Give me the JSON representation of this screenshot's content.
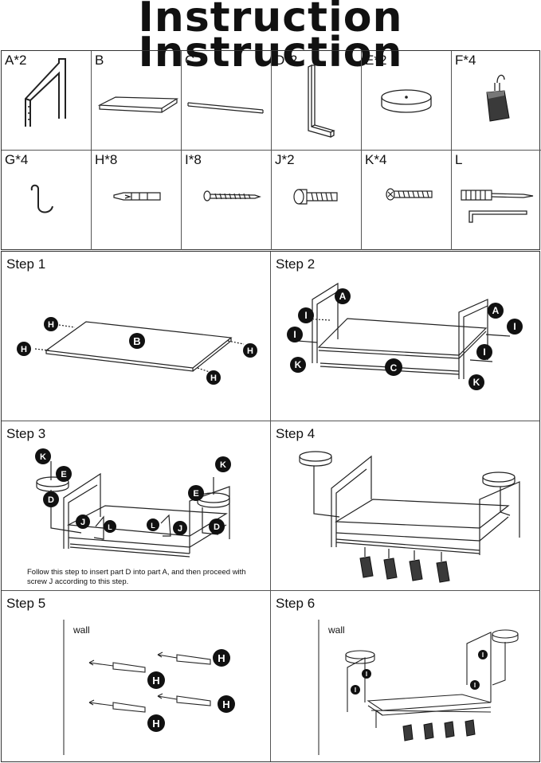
{
  "title": "Instruction Instruction",
  "parts": [
    {
      "label": "A*2"
    },
    {
      "label": "B"
    },
    {
      "label": "C"
    },
    {
      "label": "D*2"
    },
    {
      "label": "E*2"
    },
    {
      "label": "F*4"
    },
    {
      "label": "G*4"
    },
    {
      "label": "H*8"
    },
    {
      "label": "I*8"
    },
    {
      "label": "J*2"
    },
    {
      "label": "K*4"
    },
    {
      "label": "L"
    }
  ],
  "steps": [
    {
      "title": "Step 1",
      "callouts": [
        "H",
        "H",
        "B",
        "H",
        "H"
      ]
    },
    {
      "title": "Step 2",
      "callouts": [
        "A",
        "I",
        "I",
        "K",
        "C",
        "A",
        "I",
        "I",
        "K"
      ]
    },
    {
      "title": "Step 3",
      "callouts": [
        "K",
        "E",
        "D",
        "J",
        "L",
        "L",
        "J",
        "K",
        "E",
        "D"
      ],
      "note": "Follow this step to insert part D into part A, and then proceed with screw J according to this step."
    },
    {
      "title": "Step 4"
    },
    {
      "title": "Step 5",
      "wall_label": "wall",
      "callouts": [
        "H",
        "H",
        "H",
        "H"
      ]
    },
    {
      "title": "Step 6",
      "wall_label": "wall",
      "callouts": [
        "I",
        "I",
        "I",
        "I"
      ]
    }
  ]
}
